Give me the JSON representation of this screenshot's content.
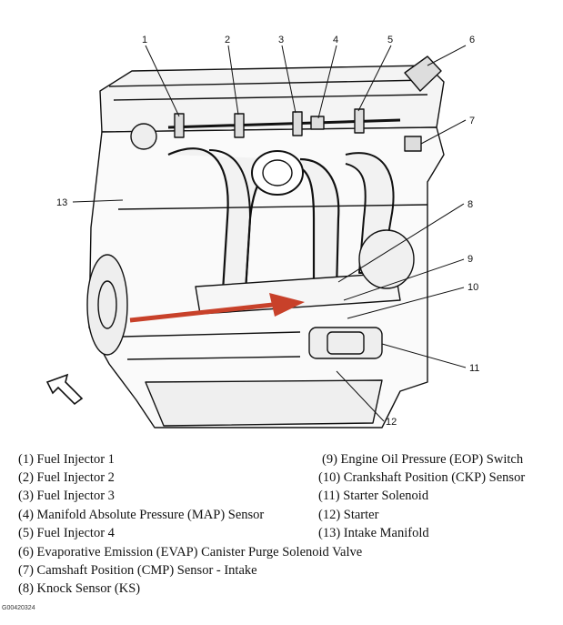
{
  "callouts": [
    "1",
    "2",
    "3",
    "4",
    "5",
    "6",
    "7",
    "8",
    "9",
    "10",
    "11",
    "12",
    "13"
  ],
  "legend": {
    "left": [
      "(1)  Fuel Injector 1",
      "(2)  Fuel Injector 2",
      "(3)  Fuel Injector 3",
      "(4)  Manifold Absolute Pressure (MAP) Sensor",
      "(5)  Fuel Injector 4",
      "(6)  Evaporative Emission (EVAP) Canister Purge Solenoid Valve",
      "(7)  Camshaft Position (CMP) Sensor - Intake",
      "(8)  Knock Sensor (KS)"
    ],
    "right": [
      "(9)  Engine Oil Pressure (EOP) Switch",
      "(10) Crankshaft Position (CKP) Sensor",
      "(11) Starter Solenoid",
      "(12) Starter",
      "(13) Intake Manifold"
    ]
  },
  "figure_code": "G00420324",
  "colors": {
    "arrow": "#c8412a",
    "line": "#111111"
  }
}
